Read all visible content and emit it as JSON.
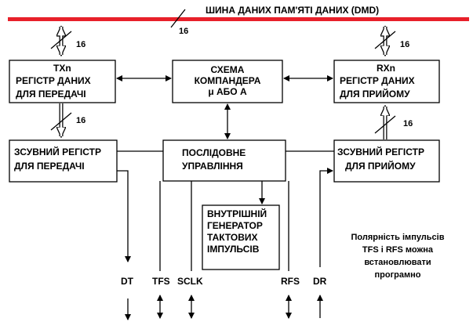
{
  "bus": {
    "title": "ШИНА ДАНИХ ПАМ'ЯТІ ДАНИХ (DMD)",
    "width": "16",
    "color": "#e8202a"
  },
  "blocks": {
    "tx_register": {
      "line1": "TXn",
      "line2": "РЕГІСТР ДАНИХ",
      "line3": "ДЛЯ ПЕРЕДАЧІ"
    },
    "compander": {
      "line1": "СХЕМА",
      "line2": "КОМПАНДЕРА",
      "line3": "μ АБО А"
    },
    "rx_register": {
      "line1": "RXn",
      "line2": "РЕГІСТР ДАНИХ",
      "line3": "ДЛЯ ПРИЙОМУ"
    },
    "tx_shift": {
      "line1": "ЗСУВНИЙ РЕГІСТР",
      "line2": "ДЛЯ ПЕРЕДАЧІ"
    },
    "control": {
      "line1": "ПОСЛІДОВНЕ",
      "line2": "УПРАВЛІННЯ"
    },
    "rx_shift": {
      "line1": "ЗСУВНИЙ РЕГІСТР",
      "line2": "ДЛЯ ПРИЙОМУ"
    },
    "clock_gen": {
      "line1": "ВНУТРІШНІЙ",
      "line2": "ГЕНЕРАТОР",
      "line3": "ТАКТОВИХ",
      "line4": "ІМПУЛЬСІВ"
    }
  },
  "bus_widths": {
    "tx_bus": "16",
    "rx_bus": "16",
    "tx_shift": "16",
    "rx_shift": "16"
  },
  "pins": {
    "dt": "DT",
    "tfs": "TFS",
    "sclk": "SCLK",
    "rfs": "RFS",
    "dr": "DR"
  },
  "note": {
    "line1": "Полярність імпульсів",
    "line2": "TFS і RFS можна",
    "line3": "встановлювати",
    "line4": "програмно"
  }
}
